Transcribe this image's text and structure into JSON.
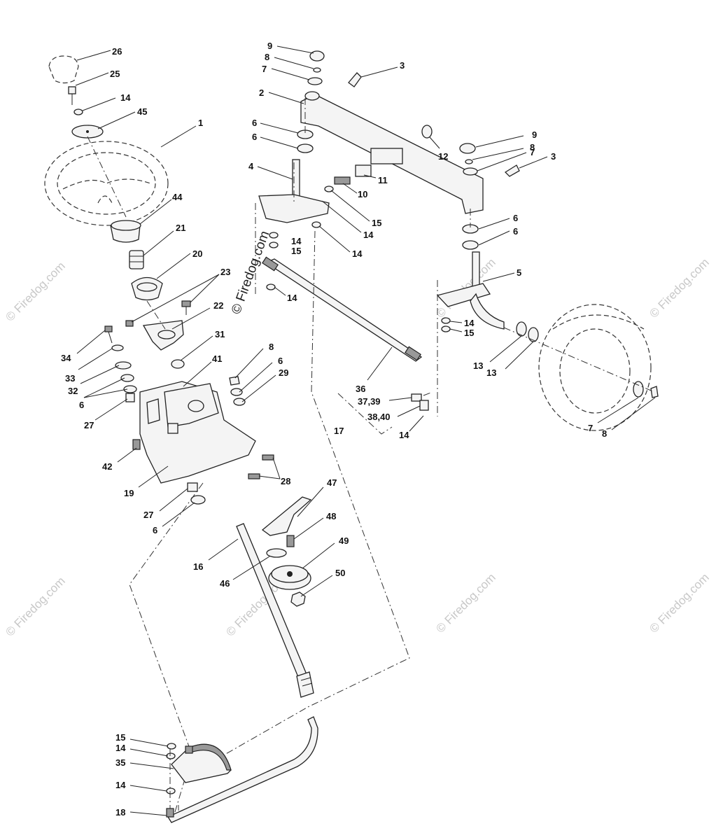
{
  "watermarks": {
    "main": "© Firedog.com",
    "tile": "© Firedog.com"
  },
  "callouts": [
    {
      "id": "c26",
      "text": "26"
    },
    {
      "id": "c25",
      "text": "25"
    },
    {
      "id": "c14a",
      "text": "14"
    },
    {
      "id": "c45",
      "text": "45"
    },
    {
      "id": "c1",
      "text": "1"
    },
    {
      "id": "c44",
      "text": "44"
    },
    {
      "id": "c21",
      "text": "21"
    },
    {
      "id": "c20",
      "text": "20"
    },
    {
      "id": "c23",
      "text": "23"
    },
    {
      "id": "c22",
      "text": "22"
    },
    {
      "id": "c31",
      "text": "31"
    },
    {
      "id": "c34",
      "text": "34"
    },
    {
      "id": "c33",
      "text": "33"
    },
    {
      "id": "c32",
      "text": "32"
    },
    {
      "id": "c6a",
      "text": "6"
    },
    {
      "id": "c41",
      "text": "41"
    },
    {
      "id": "c8a",
      "text": "8"
    },
    {
      "id": "c6b",
      "text": "6"
    },
    {
      "id": "c29",
      "text": "29"
    },
    {
      "id": "c27a",
      "text": "27"
    },
    {
      "id": "c42",
      "text": "42"
    },
    {
      "id": "c19",
      "text": "19"
    },
    {
      "id": "c28",
      "text": "28"
    },
    {
      "id": "c27b",
      "text": "27"
    },
    {
      "id": "c6c",
      "text": "6"
    },
    {
      "id": "c16",
      "text": "16"
    },
    {
      "id": "c46",
      "text": "46"
    },
    {
      "id": "c47",
      "text": "47"
    },
    {
      "id": "c48",
      "text": "48"
    },
    {
      "id": "c49",
      "text": "49"
    },
    {
      "id": "c50",
      "text": "50"
    },
    {
      "id": "c9a",
      "text": "9"
    },
    {
      "id": "c8b",
      "text": "8"
    },
    {
      "id": "c7a",
      "text": "7"
    },
    {
      "id": "c3a",
      "text": "3"
    },
    {
      "id": "c2",
      "text": "2"
    },
    {
      "id": "c6d",
      "text": "6"
    },
    {
      "id": "c6e",
      "text": "6"
    },
    {
      "id": "c4",
      "text": "4"
    },
    {
      "id": "c12",
      "text": "12"
    },
    {
      "id": "c9b",
      "text": "9"
    },
    {
      "id": "c8c",
      "text": "8"
    },
    {
      "id": "c7b",
      "text": "7"
    },
    {
      "id": "c3b",
      "text": "3"
    },
    {
      "id": "c11",
      "text": "11"
    },
    {
      "id": "c10",
      "text": "10"
    },
    {
      "id": "c15a",
      "text": "15"
    },
    {
      "id": "c14b",
      "text": "14"
    },
    {
      "id": "c14c",
      "text": "14"
    },
    {
      "id": "c15b",
      "text": "15"
    },
    {
      "id": "c14d",
      "text": "14"
    },
    {
      "id": "c14e",
      "text": "14"
    },
    {
      "id": "c6f",
      "text": "6"
    },
    {
      "id": "c6g",
      "text": "6"
    },
    {
      "id": "c5",
      "text": "5"
    },
    {
      "id": "c14f",
      "text": "14"
    },
    {
      "id": "c15c",
      "text": "15"
    },
    {
      "id": "c13a",
      "text": "13"
    },
    {
      "id": "c13b",
      "text": "13"
    },
    {
      "id": "c36",
      "text": "36"
    },
    {
      "id": "c3739",
      "text": "37,39"
    },
    {
      "id": "c3840",
      "text": "38,40"
    },
    {
      "id": "c17",
      "text": "17"
    },
    {
      "id": "c14g",
      "text": "14"
    },
    {
      "id": "c7c",
      "text": "7"
    },
    {
      "id": "c8d",
      "text": "8"
    },
    {
      "id": "c15d",
      "text": "15"
    },
    {
      "id": "c14h",
      "text": "14"
    },
    {
      "id": "c35",
      "text": "35"
    },
    {
      "id": "c14i",
      "text": "14"
    },
    {
      "id": "c18",
      "text": "18"
    }
  ]
}
